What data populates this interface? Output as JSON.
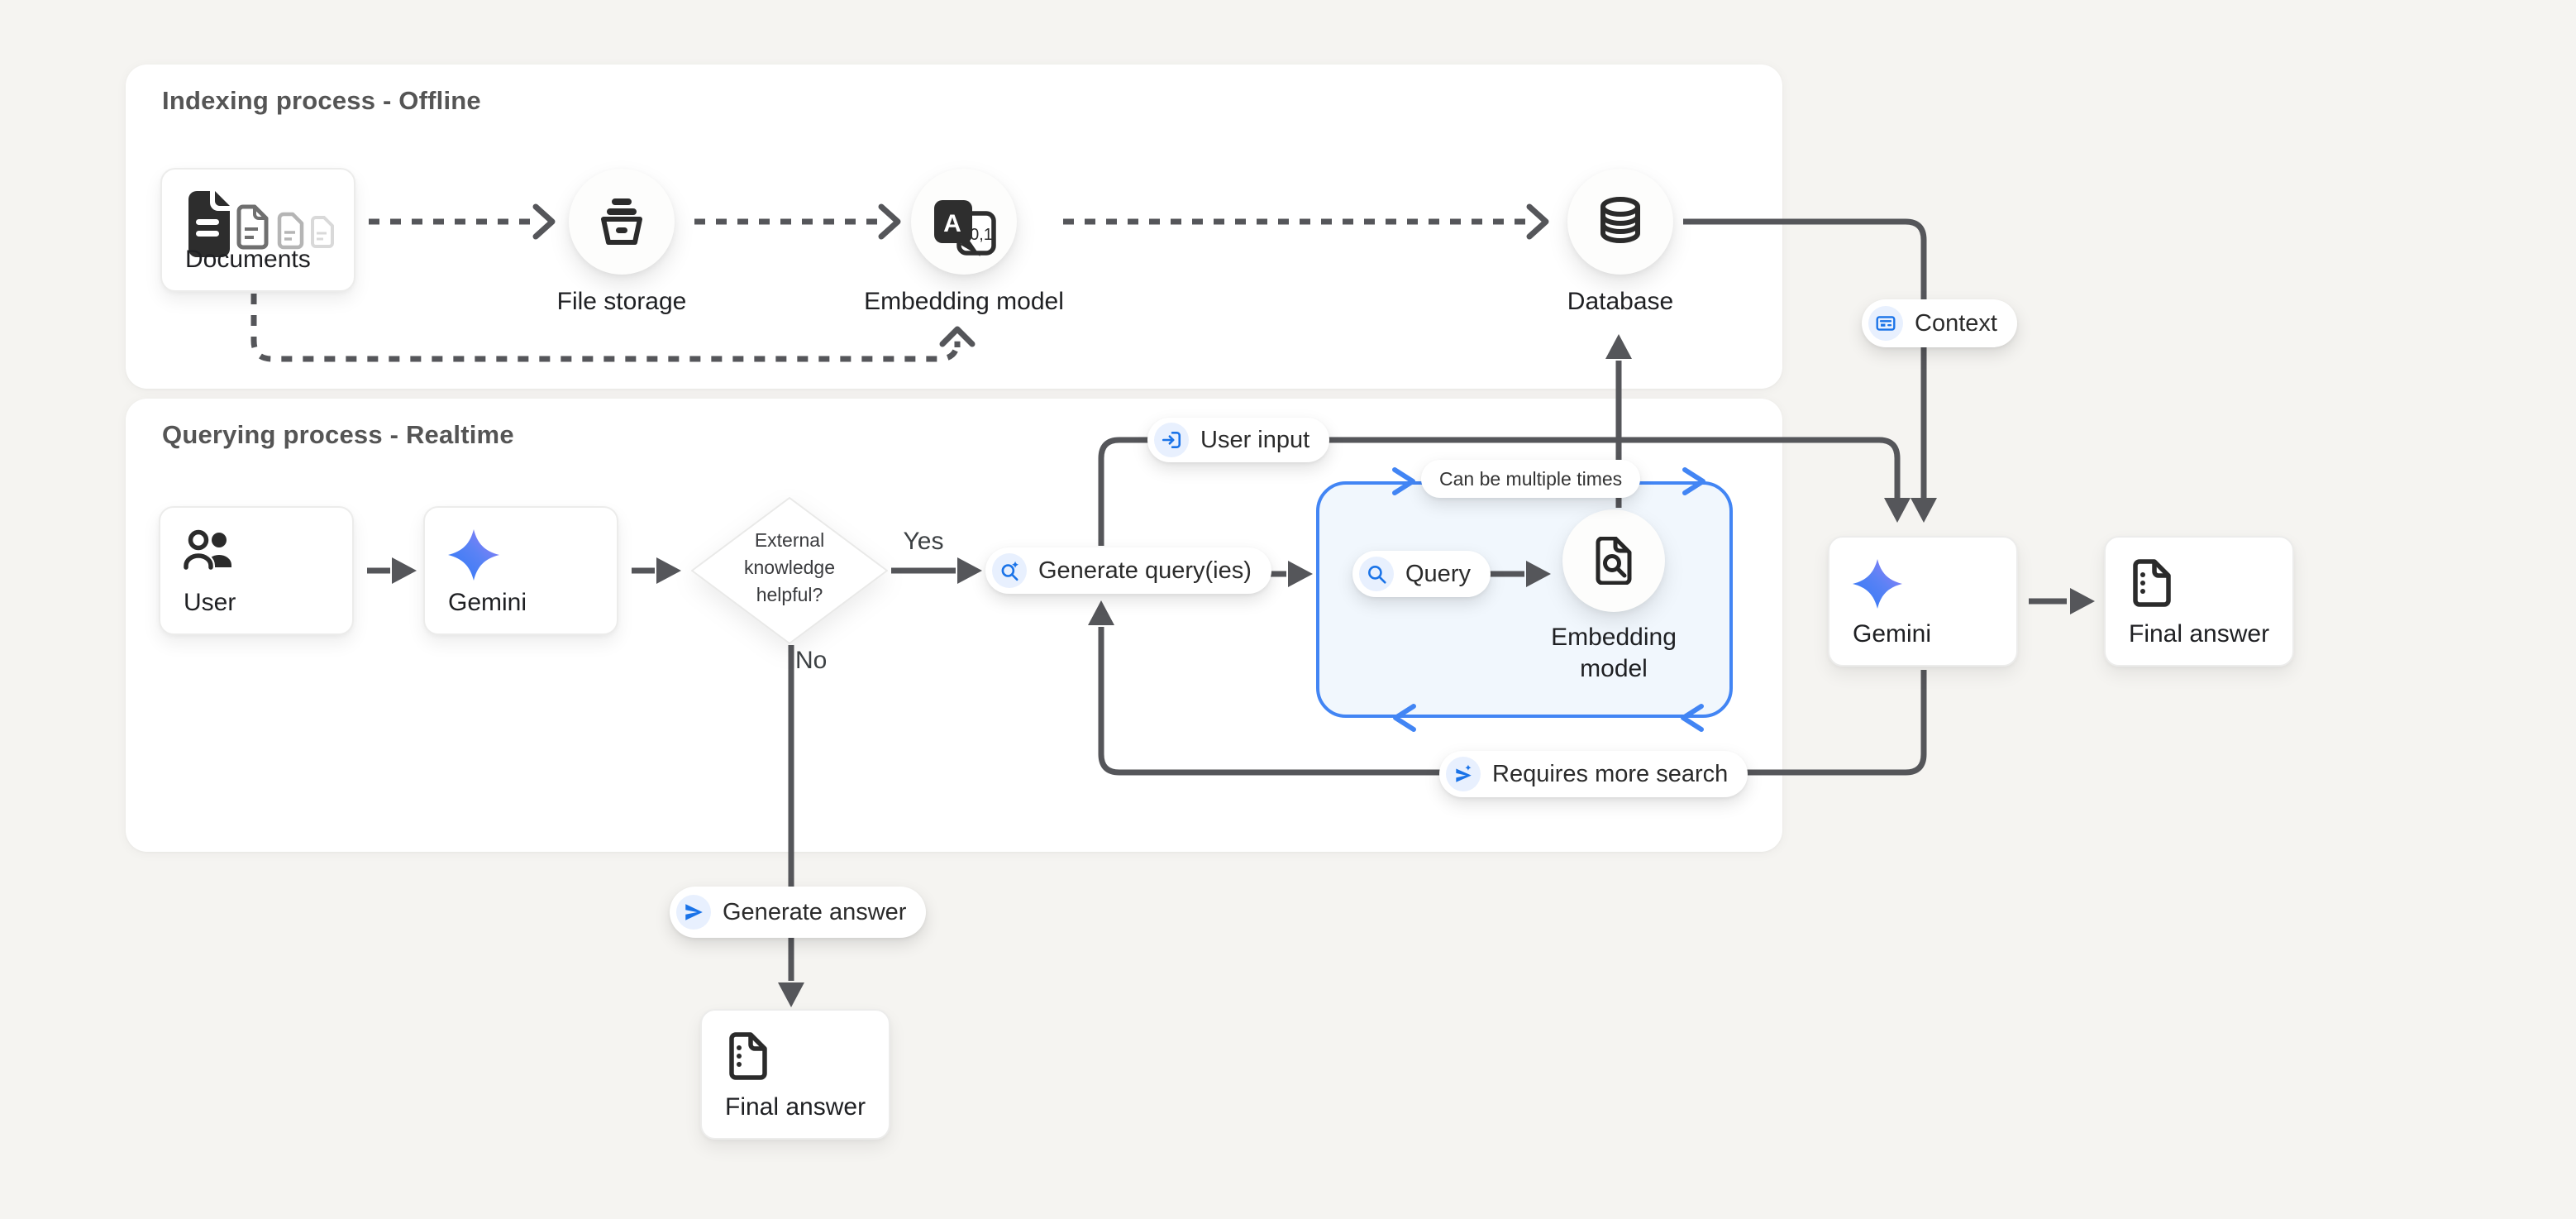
{
  "panels": {
    "indexing": {
      "title": "Indexing process - Offline"
    },
    "querying": {
      "title": "Querying process - Realtime"
    }
  },
  "nodes": {
    "documents": {
      "label": "Documents"
    },
    "file_storage": {
      "label": "File storage"
    },
    "embedding_offline": {
      "label": "Embedding model"
    },
    "database": {
      "label": "Database"
    },
    "user": {
      "label": "User"
    },
    "gemini_first": {
      "label": "Gemini"
    },
    "decision": {
      "line1": "External",
      "line2": "knowledge",
      "line3": "helpful?"
    },
    "generate_query": {
      "label": "Generate query(ies)"
    },
    "query": {
      "label": "Query"
    },
    "embedding_query": {
      "line1": "Embedding",
      "line2": "model"
    },
    "gemini_final": {
      "label": "Gemini"
    },
    "final_answer_right": {
      "label": "Final answer"
    },
    "final_answer_bottom": {
      "label": "Final answer"
    }
  },
  "badges": {
    "user_input": {
      "label": "User input"
    },
    "context": {
      "label": "Context"
    },
    "generate_answer": {
      "label": "Generate answer"
    },
    "requires_more_search": {
      "label": "Requires more search"
    },
    "can_be_multiple_times": {
      "label": "Can be multiple times"
    }
  },
  "edge_labels": {
    "yes": "Yes",
    "no": "No"
  },
  "icons": {
    "embedding_letter": "A",
    "embedding_digits": "0,1"
  },
  "colors": {
    "canvas_bg": "#f5f4f1",
    "line_dark": "#55565a",
    "accent_blue": "#4285f4",
    "glyph_blue": "#1a73e8",
    "badge_icon_bg": "#e8f0fe",
    "query_box_fill": "#f1f7fd"
  }
}
